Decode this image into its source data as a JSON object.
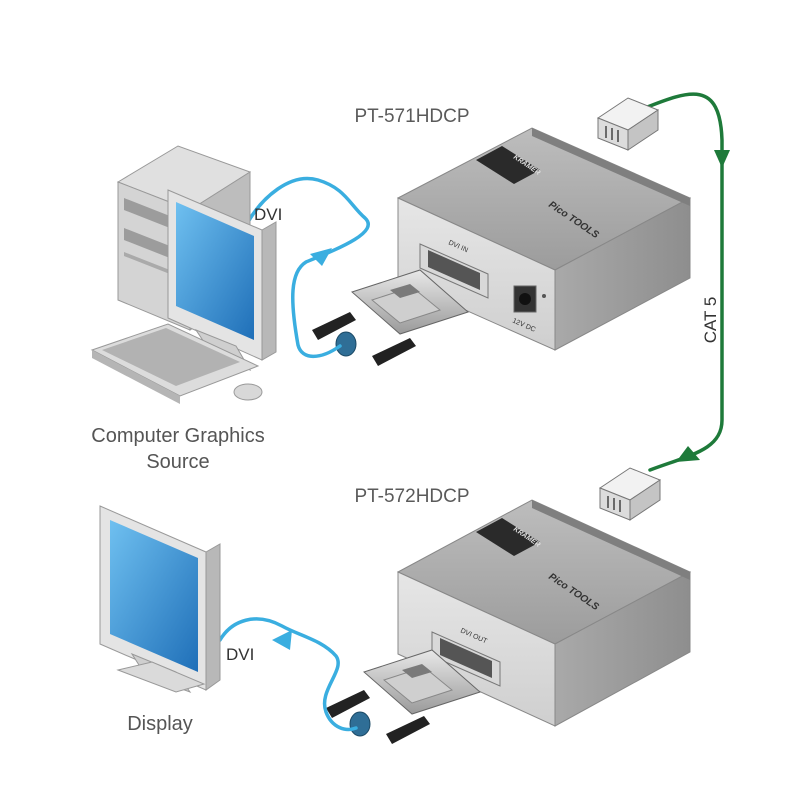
{
  "devices": {
    "transmitter": {
      "model": "PT-571HDCP",
      "port_label": "DVI IN",
      "power_label": "12V DC",
      "brand": "Pico TOOLS",
      "logo_text": "KRAMER"
    },
    "receiver": {
      "model": "PT-572HDCP",
      "port_label": "DVI OUT",
      "brand": "Pico TOOLS",
      "logo_text": "KRAMER"
    }
  },
  "endpoints": {
    "source_caption_line1": "Computer Graphics",
    "source_caption_line2": "Source",
    "display_caption": "Display"
  },
  "cables": {
    "dvi_top": "DVI",
    "dvi_bottom": "DVI",
    "link": "CAT 5"
  },
  "colors": {
    "dvi_cable": "#3aaee0",
    "cat5_cable": "#1e7a3a",
    "device_body": "#cfcfcf",
    "screen": "#2f8fd8"
  }
}
